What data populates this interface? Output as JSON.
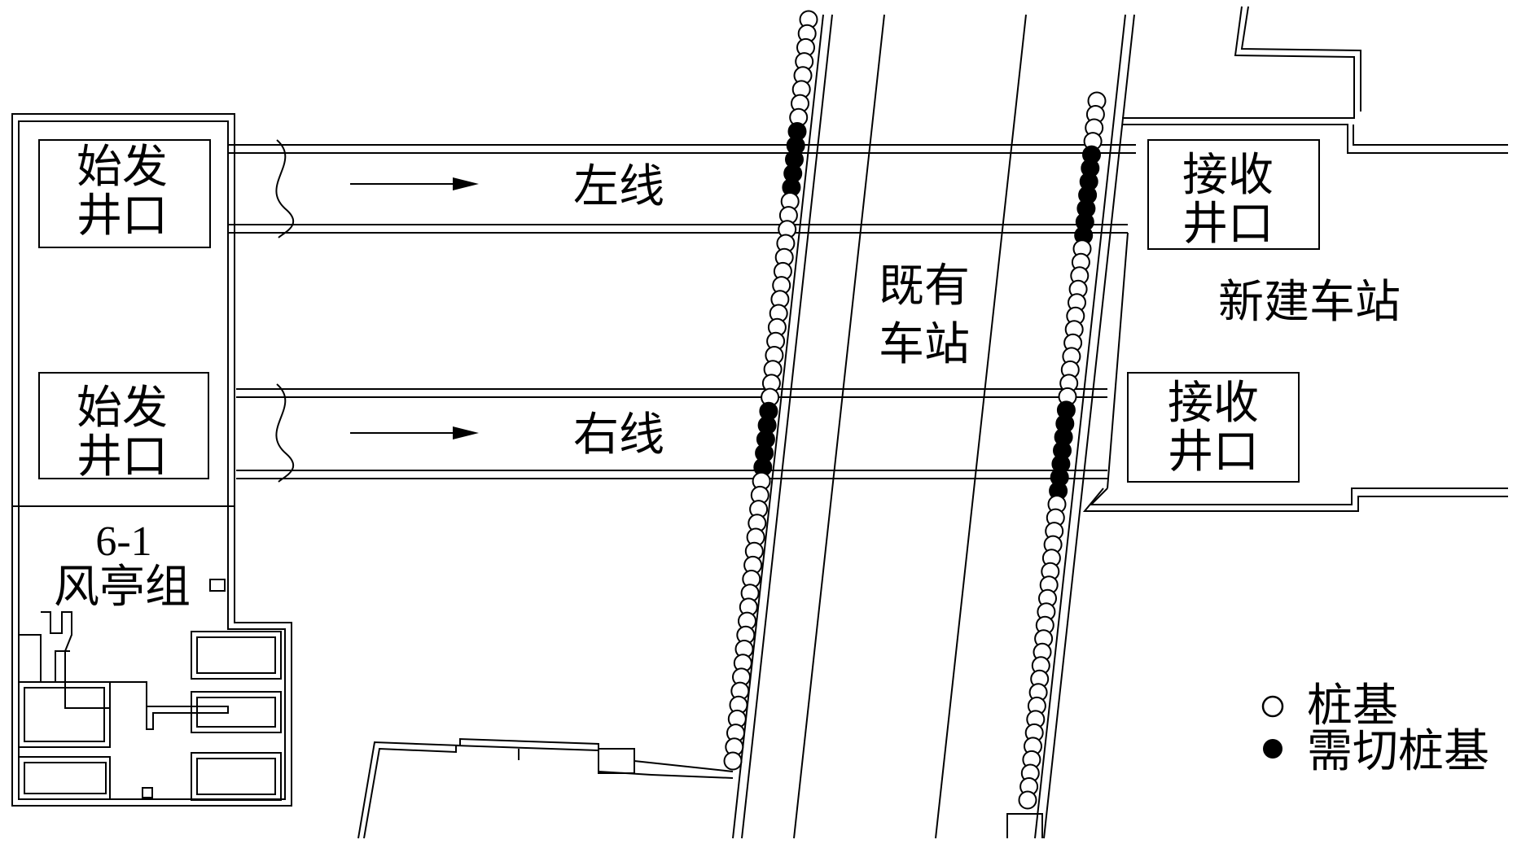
{
  "diagram": {
    "launch_shaft_label_line1": "始发",
    "launch_shaft_label_line2": "井口",
    "receive_shaft_label_line1": "接收",
    "receive_shaft_label_line2": "井口",
    "left_line_label": "左线",
    "right_line_label": "右线",
    "existing_station_line1": "既有",
    "existing_station_line2": "车站",
    "new_station_label": "新建车站",
    "vent_group_line1": "6-1",
    "vent_group_line2": "风亭组"
  },
  "legend": {
    "pile_label": "桩基",
    "cut_pile_label": "需切桩基"
  },
  "piles": {
    "left_row_count": 54,
    "right_row_count": 53,
    "left_row_cut": [
      [
        8,
        12
      ],
      [
        28,
        32
      ]
    ],
    "right_row_cut": [
      [
        4,
        10
      ],
      [
        23,
        29
      ]
    ]
  }
}
